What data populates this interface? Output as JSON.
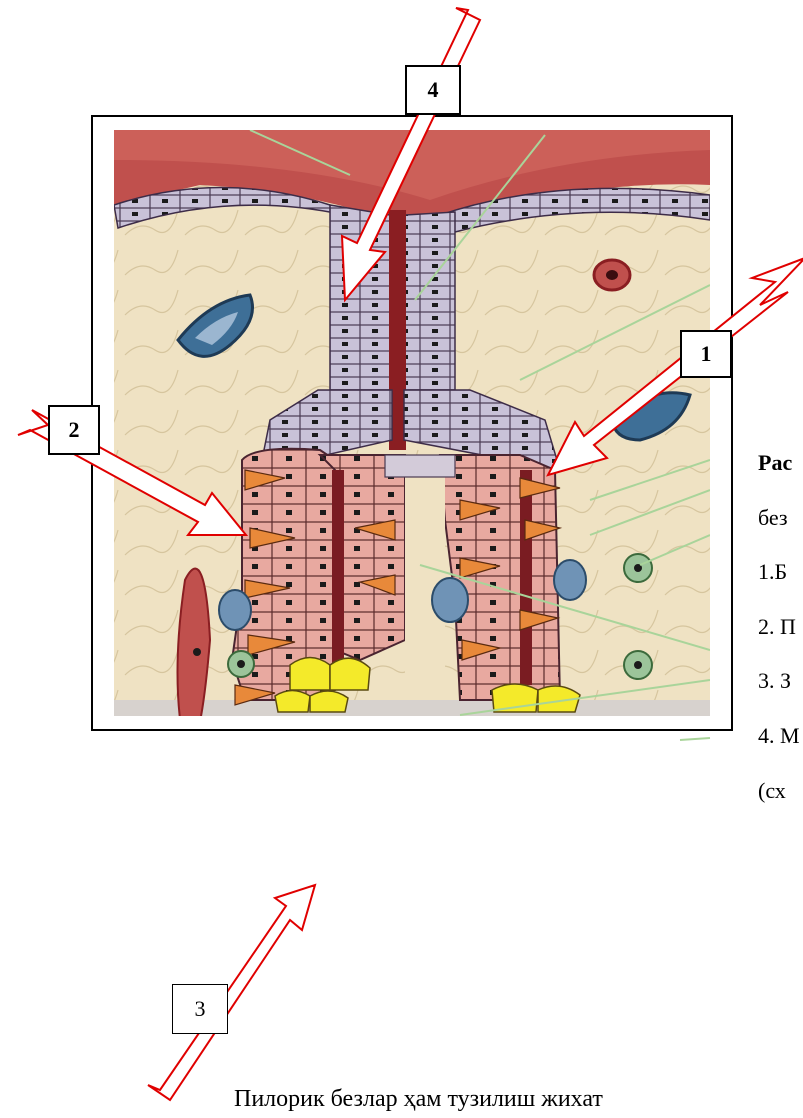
{
  "labels": {
    "n1": "1",
    "n2": "2",
    "n3": "3",
    "n4": "4"
  },
  "caption": {
    "title_fragment": "Рас",
    "line1": "без",
    "item1": "1.Б",
    "item2": "2. П",
    "item3": "3. З",
    "item4": "4. М",
    "line_last": "(сх"
  },
  "body_text": "Пилорик безлар ҳам тузилиш жихат",
  "colors": {
    "arrow": "#e00000",
    "mucosa": "#c0504d",
    "stroma": "#efe2c3",
    "epithelium": "#bfb8cf",
    "cell_orange": "#e8893a",
    "cell_pink": "#e8a9a0",
    "cell_yellow": "#f4ea2a",
    "vessel_blue": "#3e6f97",
    "leader_green": "#a9d49a"
  }
}
